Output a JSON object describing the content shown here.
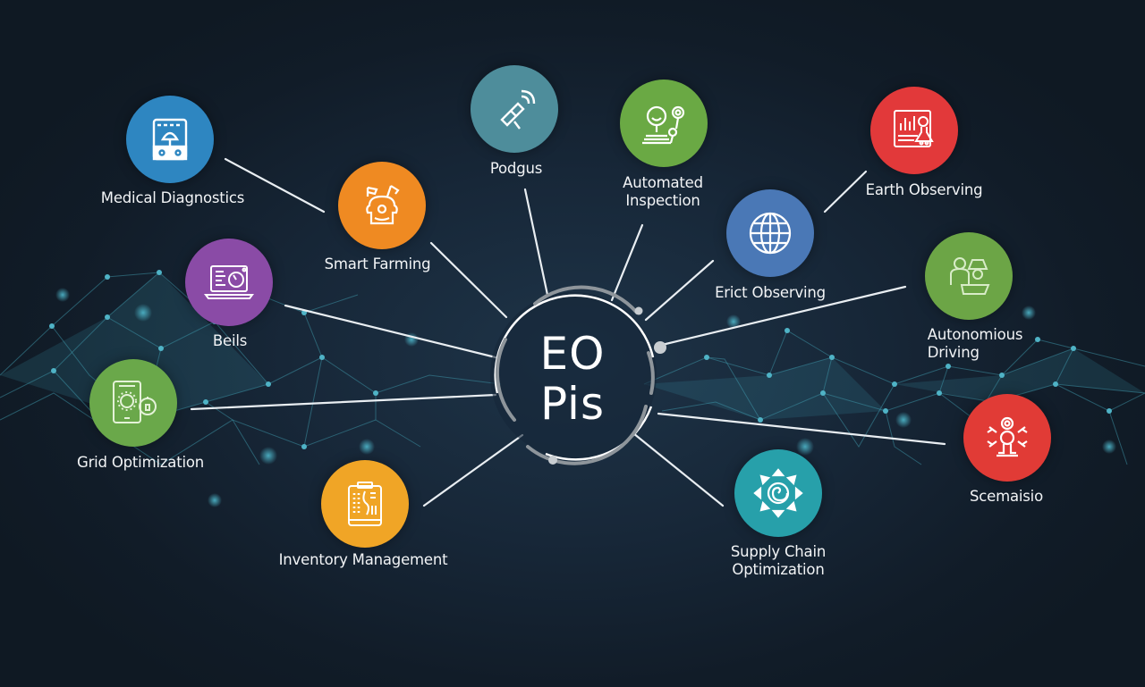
{
  "diagram": {
    "type": "hub-and-spoke",
    "background_color": "#141f2c",
    "hub": {
      "line1": "EO",
      "line2": "Pis",
      "ring_color": "#ffffff",
      "inner_ring_color": "#8e959b"
    },
    "nodes": [
      {
        "id": "medical-diagnostics",
        "label": "Medical Diagnostics",
        "color": "#2e86c1",
        "icon": "medical-monitor-icon"
      },
      {
        "id": "smart-farming",
        "label": "Smart Farming",
        "color": "#ef8a22",
        "icon": "farm-robot-icon"
      },
      {
        "id": "podgus",
        "label": "Podgus",
        "color": "#4e8d9b",
        "icon": "satellite-signal-icon"
      },
      {
        "id": "automated-inspection",
        "label": [
          "Automated",
          "Inspection"
        ],
        "color": "#6aa944",
        "icon": "inspection-robot-icon"
      },
      {
        "id": "earth-observing",
        "label": "Earth Observing",
        "color": "#e2393a",
        "icon": "chart-lab-icon"
      },
      {
        "id": "erict-observing",
        "label": "Erict Observing",
        "color": "#4a78b6",
        "icon": "globe-icon"
      },
      {
        "id": "autonomous-driving",
        "label": [
          "Autonomious",
          "Driving"
        ],
        "color": "#6ca546",
        "icon": "people-laptop-icon"
      },
      {
        "id": "beils",
        "label": "Beils",
        "color": "#8a4ba6",
        "icon": "laptop-gauge-icon"
      },
      {
        "id": "grid-optimization",
        "label": "Grid Optimization",
        "color": "#6aa84a",
        "icon": "tablet-gear-icon"
      },
      {
        "id": "scemaisio",
        "label": "Scemaisio",
        "color": "#e13b36",
        "icon": "network-tree-icon"
      },
      {
        "id": "inventory-management",
        "label": "Inventory Management",
        "color": "#f0a526",
        "icon": "clipboard-icon"
      },
      {
        "id": "supply-chain-optimization",
        "label": [
          "Supply Chain",
          "Optimization"
        ],
        "color": "#27a0aa",
        "icon": "spiral-arrows-icon"
      }
    ]
  }
}
